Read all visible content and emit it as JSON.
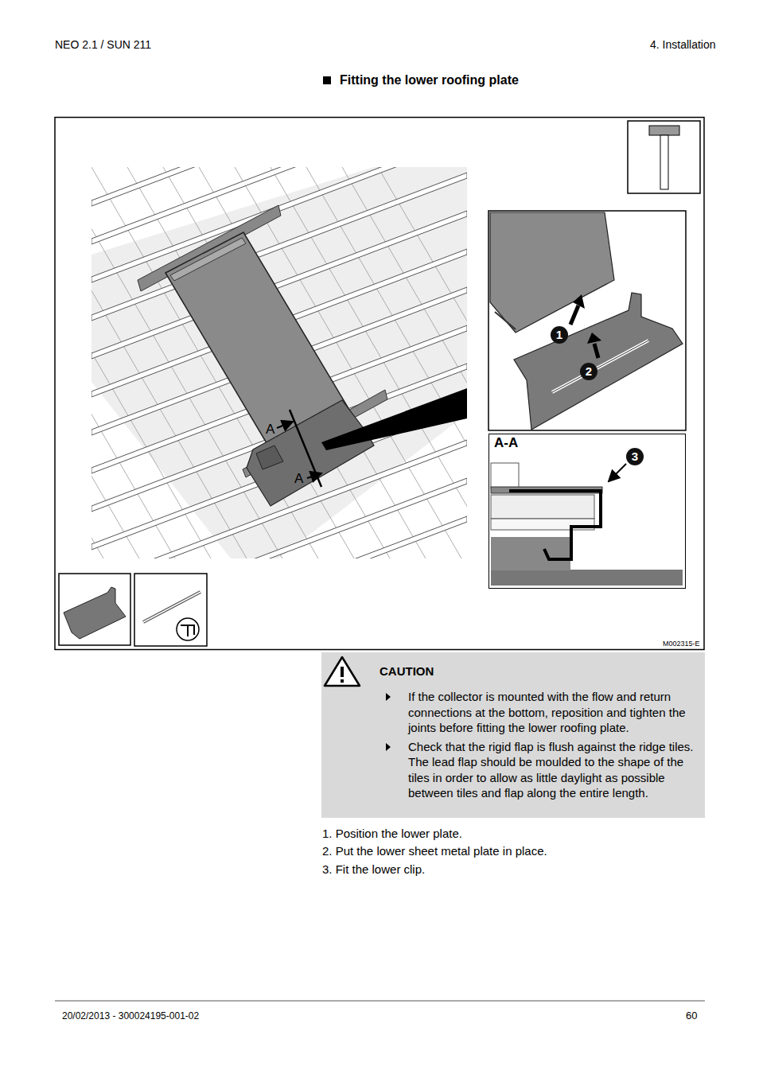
{
  "diagram": {
    "title": "Fitting the lower roofing plate",
    "nodes": [
      {
        "text": [
          "1"
        ]
      },
      {
        "text": [
          "2"
        ]
      },
      {
        "text": [
          "A-A"
        ]
      },
      {
        "text": [
          "3"
        ],
        "in": 2
      },
      {
        "text": [
          "CAUTION",
          "If the collector is mounted with the flow and return connections at the bottom, reposition and tighten the joints before fitting the lower roofing plate.",
          "Check that the rigid flap is flush against the ridge tiles. The lead flap should be moulded to the shape of the tiles in order to allow as little daylight as possible between tiles and flap along the entire length."
        ]
      }
    ],
    "labels": [
      "NEO 2.1 / SUN 211",
      "4. Installation",
      "A",
      "A",
      "M002315-E",
      "1. Position the lower plate.",
      "2. Put the lower sheet metal plate in place.",
      "3. Fit the lower clip.",
      "20/02/2013 - 300024195-001-02",
      "60"
    ]
  }
}
